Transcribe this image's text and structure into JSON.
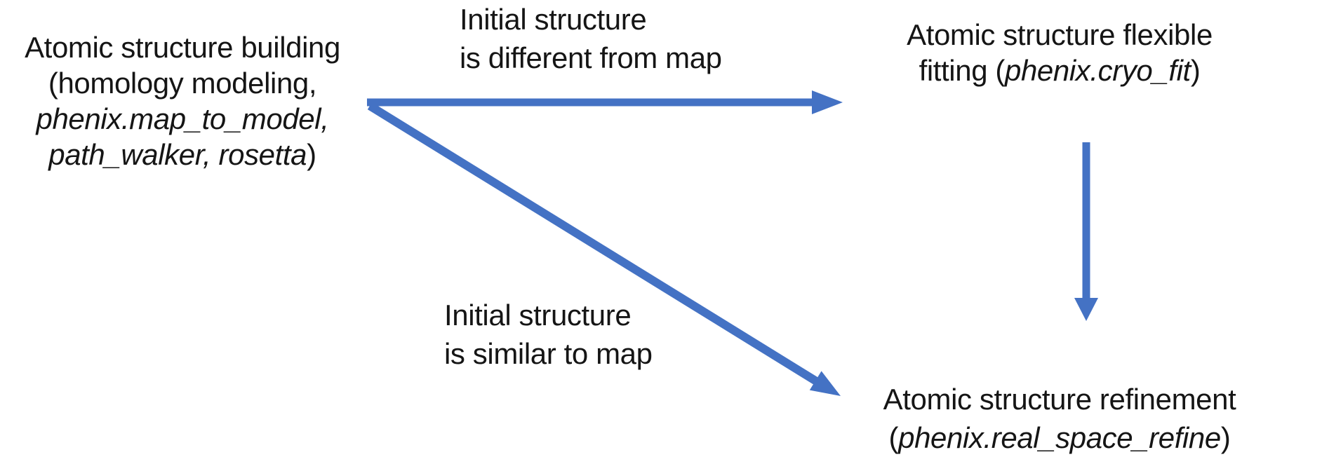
{
  "colors": {
    "arrow": "#4472C4",
    "text": "#151515",
    "background": "#FFFFFF"
  },
  "nodes": {
    "building": {
      "line1": "Atomic structure building",
      "line2": "(homology modeling,",
      "line3_italic": "phenix.map_to_model,",
      "line4_italic": "path_walker, rosetta",
      "line4_close": ")"
    },
    "fitting": {
      "line1": "Atomic structure flexible",
      "line2_pre": "fitting (",
      "line2_italic": "phenix.cryo_fit",
      "line2_close": ")"
    },
    "refinement": {
      "line1": "Atomic structure refinement",
      "line2_open": "(",
      "line2_italic": "phenix.real_space_refine",
      "line2_close": ")"
    }
  },
  "labels": {
    "different": {
      "line1": "Initial structure",
      "line2": "is different from map"
    },
    "similar": {
      "line1": "Initial structure",
      "line2": "is similar to map"
    }
  },
  "edges": [
    {
      "from": "building",
      "to": "fitting",
      "condition": "Initial structure is different from map"
    },
    {
      "from": "building",
      "to": "refinement",
      "condition": "Initial structure is similar to map"
    },
    {
      "from": "fitting",
      "to": "refinement",
      "condition": ""
    }
  ]
}
